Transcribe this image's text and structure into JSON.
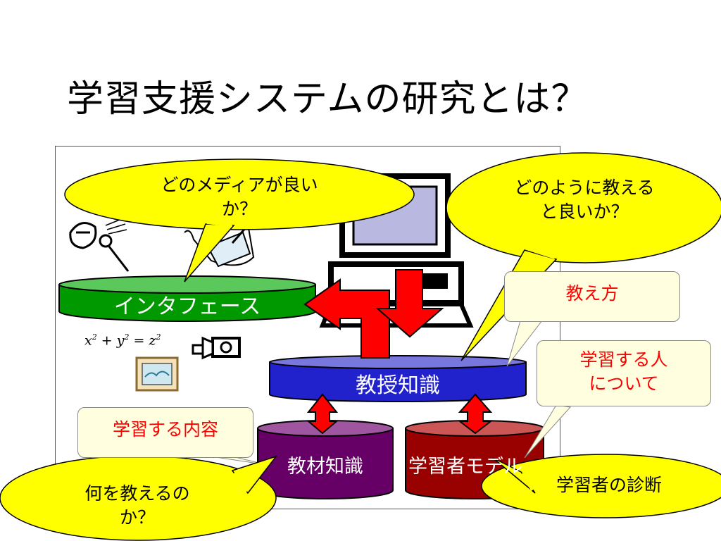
{
  "slide": {
    "title": "学習支援システムの研究とは？"
  },
  "layers": {
    "interface": "インタフェース",
    "teaching": "教授知識",
    "material": "教材知識",
    "learner_model": "学習者モデル"
  },
  "callouts": {
    "media": [
      "どのメディアが良い",
      "か？"
    ],
    "how_to_teach": [
      "どのように教える",
      "と良いか？"
    ],
    "what_to_teach": [
      "何を教えるの",
      "か？"
    ],
    "diagnosis": "学習者の診断"
  },
  "notes": {
    "teaching_method": "教え方",
    "about_learner": [
      "学習する人",
      "について"
    ],
    "content": "学習する内容"
  },
  "formula": {
    "x": "x",
    "y": "y",
    "z": "z",
    "exp": "2",
    "plus": " + ",
    "eq": " = "
  },
  "colors": {
    "bubble": "#ffff00",
    "interface_cylinder": "#009900",
    "teaching_cylinder": "#2222cc",
    "material_cylinder": "#660066",
    "learner_cylinder": "#990000",
    "arrow": "#ff0000",
    "note_text": "#ff0000"
  }
}
